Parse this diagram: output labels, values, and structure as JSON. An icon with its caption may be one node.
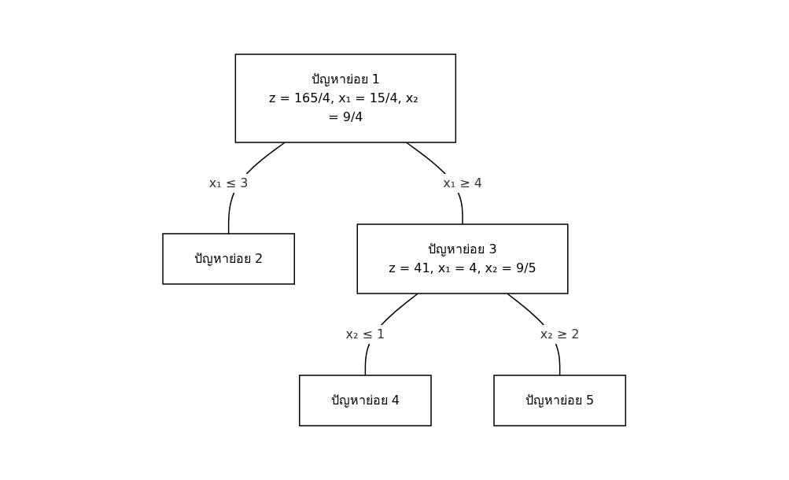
{
  "diagram": {
    "nodes": [
      {
        "text": [
          "ปัญหาย่อย 1",
          "z = 165/4, x₁ = 15/4, x₂ = 9/4"
        ]
      },
      {
        "text": [
          "ปัญหาย่อย 2"
        ]
      },
      {
        "text": [
          "ปัญหาย่อย 3",
          "z = 41, x₁ = 4, x₂ = 9/5"
        ]
      },
      {
        "text": [
          "ปัญหาย่อย 4"
        ]
      },
      {
        "text": [
          "ปัญหาย่อย 5"
        ]
      }
    ],
    "edges": [
      {
        "from": 0,
        "to": 1,
        "arrow": "none",
        "label": "x₁ ≤ 3"
      },
      {
        "from": 0,
        "to": 2,
        "arrow": "none",
        "label": "x₁ ≥ 4"
      },
      {
        "from": 2,
        "to": 3,
        "arrow": "none",
        "label": "x₂ ≤ 1"
      },
      {
        "from": 2,
        "to": 4,
        "arrow": "none",
        "label": "x₂ ≥ 2"
      }
    ]
  }
}
